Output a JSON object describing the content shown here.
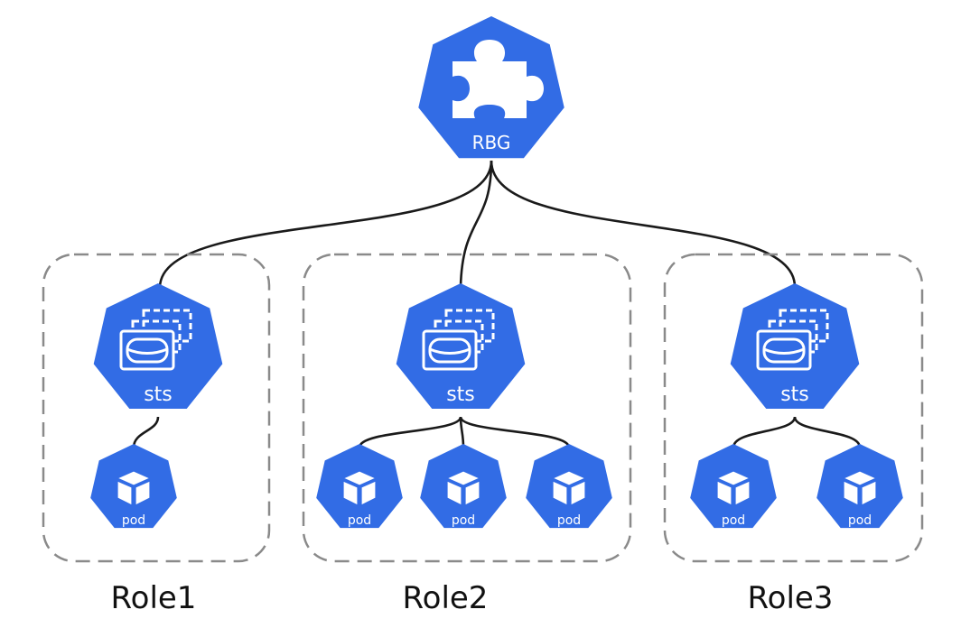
{
  "colors": {
    "node_fill": "#326ce5",
    "icon": "#ffffff",
    "connector": "#1a1a1a",
    "group_border": "#8a8a8a"
  },
  "root": {
    "label": "RBG",
    "icon": "puzzle-icon"
  },
  "roles": [
    {
      "label": "Role1",
      "controller": {
        "label": "sts",
        "icon": "statefulset-icon"
      },
      "pods": [
        "pod"
      ]
    },
    {
      "label": "Role2",
      "controller": {
        "label": "sts",
        "icon": "statefulset-icon"
      },
      "pods": [
        "pod",
        "pod",
        "pod"
      ]
    },
    {
      "label": "Role3",
      "controller": {
        "label": "sts",
        "icon": "statefulset-icon"
      },
      "pods": [
        "pod",
        "pod"
      ]
    }
  ]
}
